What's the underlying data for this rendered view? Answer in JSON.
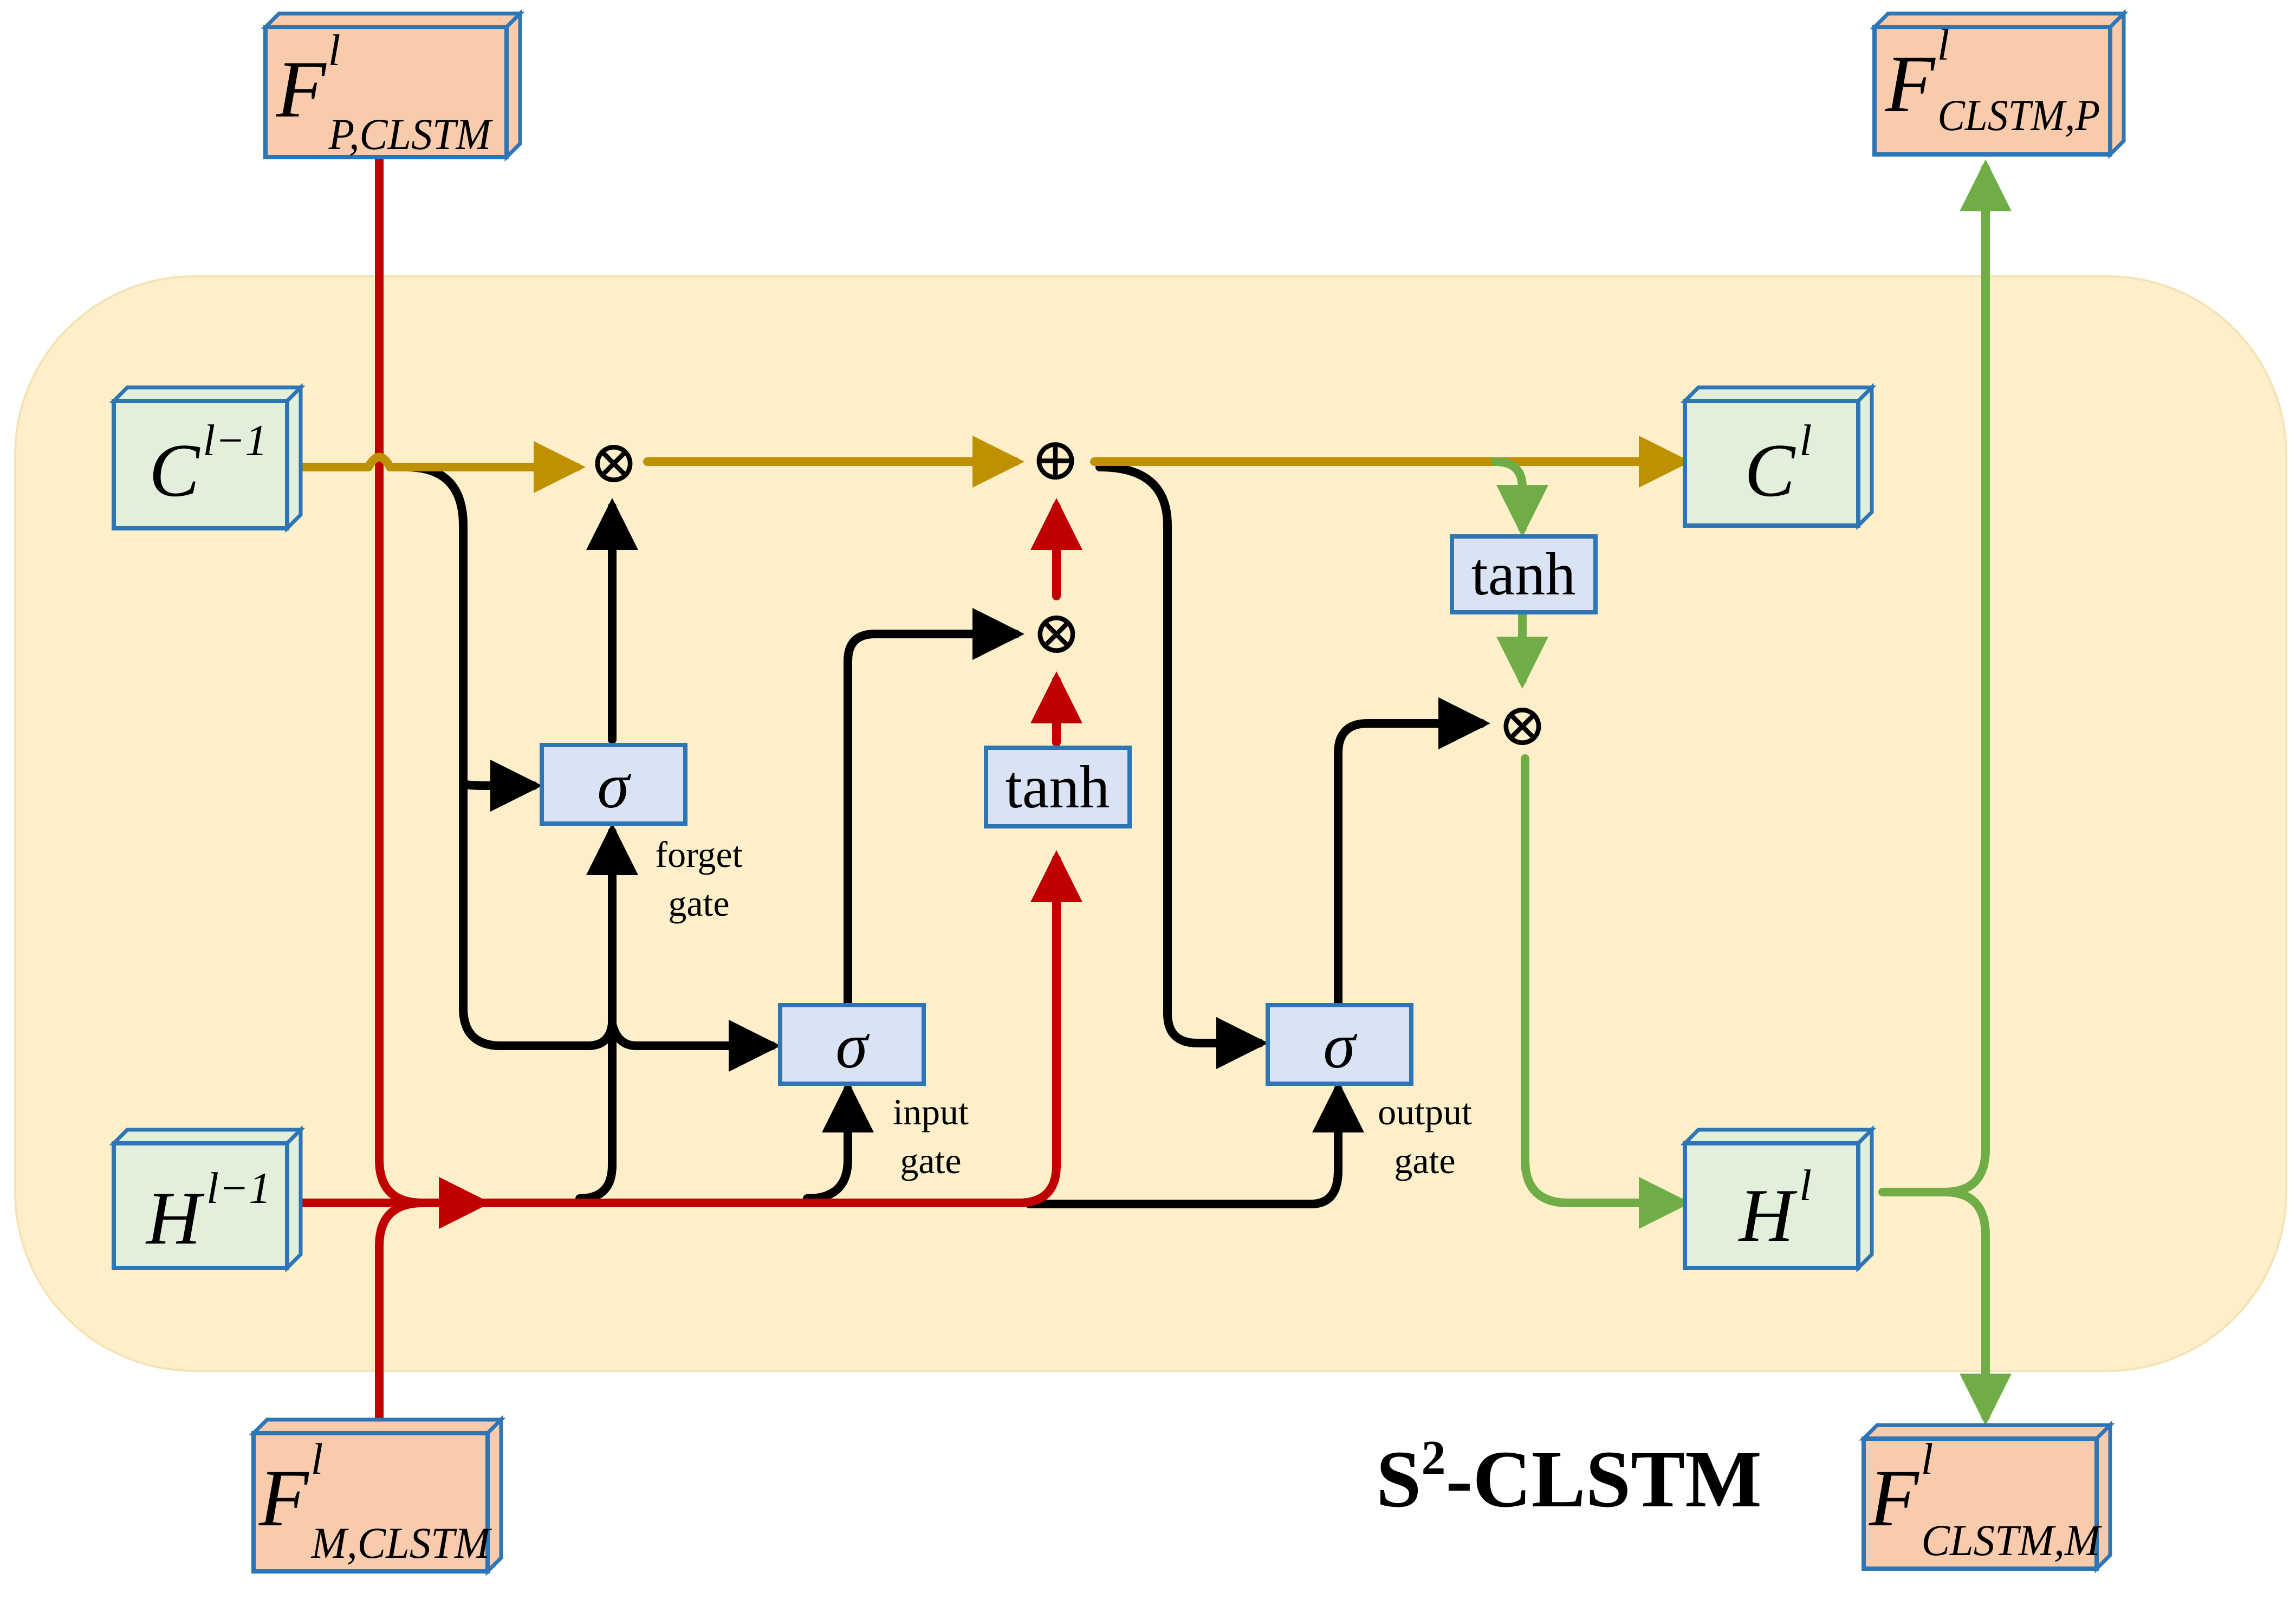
{
  "title": {
    "main": "S",
    "sup": "2",
    "rest": "-CLSTM"
  },
  "colors": {
    "panel_fill": "#FCEFC9",
    "box_green": "#E2EFDA",
    "box_orange": "#F8CBAD",
    "box_blue": "#DAE3F3",
    "box_border": "#2E75B6",
    "line_red": "#C00000",
    "line_gold": "#BF9000",
    "line_green": "#70AD47",
    "line_black": "#000000"
  },
  "inputs": {
    "c_prev": {
      "base": "C",
      "sup": "l−1"
    },
    "h_prev": {
      "base": "H",
      "sup": "l−1"
    },
    "f_p_clstm": {
      "base": "F",
      "sup": "l",
      "sub": "P,CLSTM"
    },
    "f_m_clstm": {
      "base": "F",
      "sup": "l",
      "sub": "M,CLSTM"
    }
  },
  "outputs": {
    "c_cur": {
      "base": "C",
      "sup": "l"
    },
    "h_cur": {
      "base": "H",
      "sup": "l"
    },
    "f_clstm_p": {
      "base": "F",
      "sup": "l",
      "sub": "CLSTM,P"
    },
    "f_clstm_m": {
      "base": "F",
      "sup": "l",
      "sub": "CLSTM,M"
    }
  },
  "gates": {
    "forget": {
      "symbol": "σ",
      "label_1": "forget",
      "label_2": "gate"
    },
    "input": {
      "symbol": "σ",
      "label_1": "input",
      "label_2": "gate"
    },
    "output": {
      "symbol": "σ",
      "label_1": "output",
      "label_2": "gate"
    }
  },
  "activations": {
    "tanh_candidate": "tanh",
    "tanh_cell": "tanh"
  },
  "operators": {
    "multiply": "⊗",
    "add": "⊕"
  }
}
